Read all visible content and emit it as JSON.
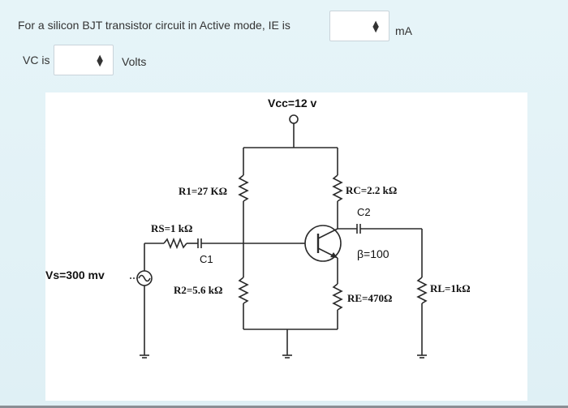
{
  "question": {
    "line1_text": "For a silicon BJT transistor circuit in Active mode, IE is",
    "line1_unit": "mA",
    "line2_label": "VC is",
    "line2_unit": "Volts",
    "ie_select_value": "",
    "vc_select_value": ""
  },
  "circuit": {
    "vcc": "Vcc=12 v",
    "r1": "R1=27 KΩ",
    "rc": "RC=2.2 kΩ",
    "c2": "C2",
    "rs": "RS=1 kΩ",
    "c1": "C1",
    "beta": "β=100",
    "vs": "Vs=300 mv",
    "r2": "R2=5.6 kΩ",
    "re": "RE=470Ω",
    "rl": "RL=1kΩ"
  },
  "colors": {
    "background": "#e2f2f7",
    "diagram_background": "#ffffff",
    "wire": "#2a2a2a"
  },
  "icons": [
    "select-arrows-icon",
    "ac-source-icon",
    "ground-icon",
    "transistor-symbol"
  ]
}
